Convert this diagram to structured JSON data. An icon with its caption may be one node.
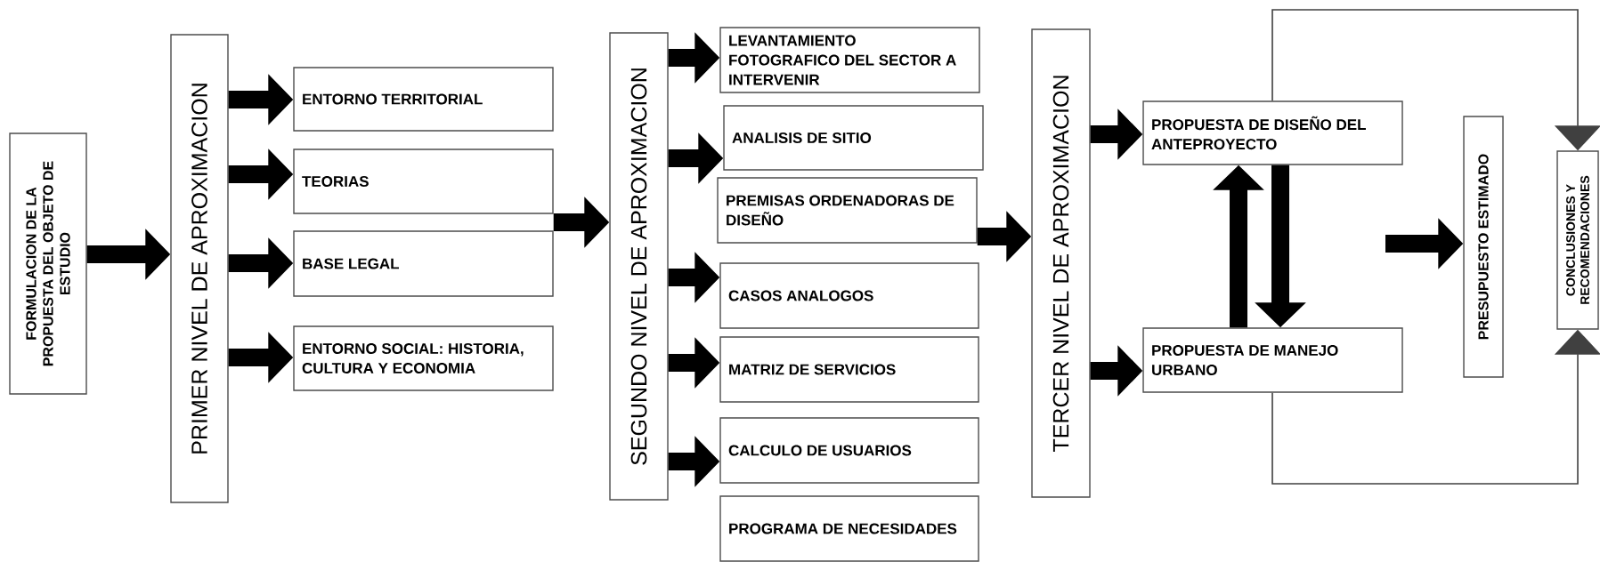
{
  "diagram": {
    "nodes": [
      {
        "text": [
          "FORMULACION DE LA PROPUESTA DEL OBJETO DE ESTUDIO"
        ]
      },
      {
        "text": [
          "PRIMER NIVEL DE APROXIMACION"
        ]
      },
      {
        "text": [
          "ENTORNO TERRITORIAL"
        ]
      },
      {
        "text": [
          "TEORIAS"
        ]
      },
      {
        "text": [
          "BASE LEGAL"
        ]
      },
      {
        "text": [
          "ENTORNO SOCIAL: HISTORIA, CULTURA Y ECONOMIA"
        ]
      },
      {
        "text": [
          "SEGUNDO NIVEL DE APROXIMACION"
        ]
      },
      {
        "text": [
          "LEVANTAMIENTO FOTOGRAFICO DEL SECTOR A INTERVENIR"
        ]
      },
      {
        "text": [
          "ANALISIS DE SITIO"
        ]
      },
      {
        "text": [
          "PREMISAS ORDENADORAS DE DISEÑO"
        ]
      },
      {
        "text": [
          "CASOS ANALOGOS"
        ]
      },
      {
        "text": [
          "MATRIZ DE SERVICIOS"
        ]
      },
      {
        "text": [
          "CALCULO DE USUARIOS"
        ]
      },
      {
        "text": [
          "PROGRAMA DE NECESIDADES"
        ]
      },
      {
        "text": [
          "TERCER NIVEL DE APROXIMACION"
        ]
      },
      {
        "text": [
          "PROPUESTA DE DISEÑO DEL ANTEPROYECTO"
        ]
      },
      {
        "text": [
          "PROPUESTA DE MANEJO URBANO"
        ]
      },
      {
        "text": [
          "PRESUPUESTO ESTIMADO"
        ]
      },
      {
        "text": [
          "CONCLUSIONES Y RECOMENDACIONES"
        ]
      }
    ],
    "edges": [
      {
        "from": 0,
        "to": 1,
        "arrow": "to"
      },
      {
        "from": 1,
        "to": 2,
        "arrow": "to"
      },
      {
        "from": 1,
        "to": 3,
        "arrow": "to"
      },
      {
        "from": 1,
        "to": 4,
        "arrow": "to"
      },
      {
        "from": 1,
        "to": 5,
        "arrow": "to"
      },
      {
        "from": 3,
        "to": 6,
        "arrow": "to"
      },
      {
        "from": 6,
        "to": 7,
        "arrow": "to"
      },
      {
        "from": 6,
        "to": 8,
        "arrow": "to"
      },
      {
        "from": 6,
        "to": 10,
        "arrow": "to"
      },
      {
        "from": 6,
        "to": 11,
        "arrow": "to"
      },
      {
        "from": 6,
        "to": 12,
        "arrow": "to"
      },
      {
        "from": 9,
        "to": 14,
        "arrow": "to"
      },
      {
        "from": 14,
        "to": 15,
        "arrow": "to"
      },
      {
        "from": 14,
        "to": 16,
        "arrow": "to"
      },
      {
        "from": 16,
        "to": 15,
        "arrow": "to"
      },
      {
        "from": 15,
        "to": 16,
        "arrow": "to"
      },
      {
        "from": null,
        "to": 17,
        "arrow": "to"
      },
      {
        "from": 15,
        "to": 18,
        "arrow": "to"
      },
      {
        "from": 16,
        "to": 18,
        "arrow": "to"
      }
    ]
  }
}
